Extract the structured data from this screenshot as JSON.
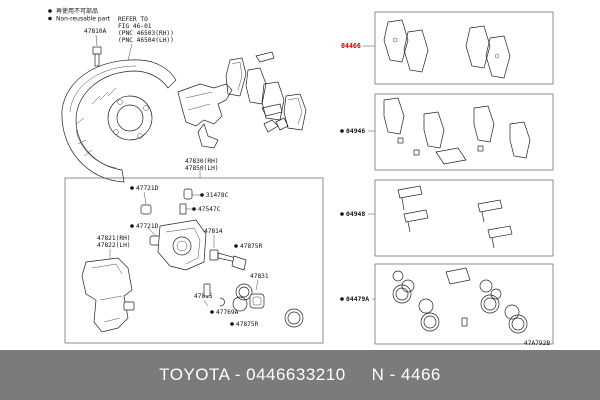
{
  "legend": {
    "reusable": "再使用不可部品",
    "non_reusable": "Non-reusable part"
  },
  "refer_note": [
    "REFER TO",
    "FIG 46-01",
    "(PNC 46503(RH))",
    "(PNC 46504(LH))"
  ],
  "labels": {
    "p47810A": "47810A",
    "p04466": "04466",
    "p04946": "04946",
    "p04948": "04948",
    "p04479A": "04479A",
    "p47830": "47830(RH)",
    "p47850": "47850(LH)",
    "p47721D_1": "47721D",
    "p31478C": "31478C",
    "p47547C": "47547C",
    "p47721D_2": "47721D",
    "p47814": "47814",
    "p47821": "47821(RH)",
    "p47822": "47822(LH)",
    "p47875R_1": "47875R",
    "p47831": "47831",
    "p47815": "47815",
    "p47769A": "47769A",
    "p47875R_2": "47875R"
  },
  "diagram_code": "47A792B",
  "footer": {
    "brand": "TOYOTA - 0446633210",
    "code": "N - 4466"
  },
  "colors": {
    "highlight": "#cc0000",
    "footer_bg": "#7b7b7b",
    "footer_text": "#ffffff"
  }
}
